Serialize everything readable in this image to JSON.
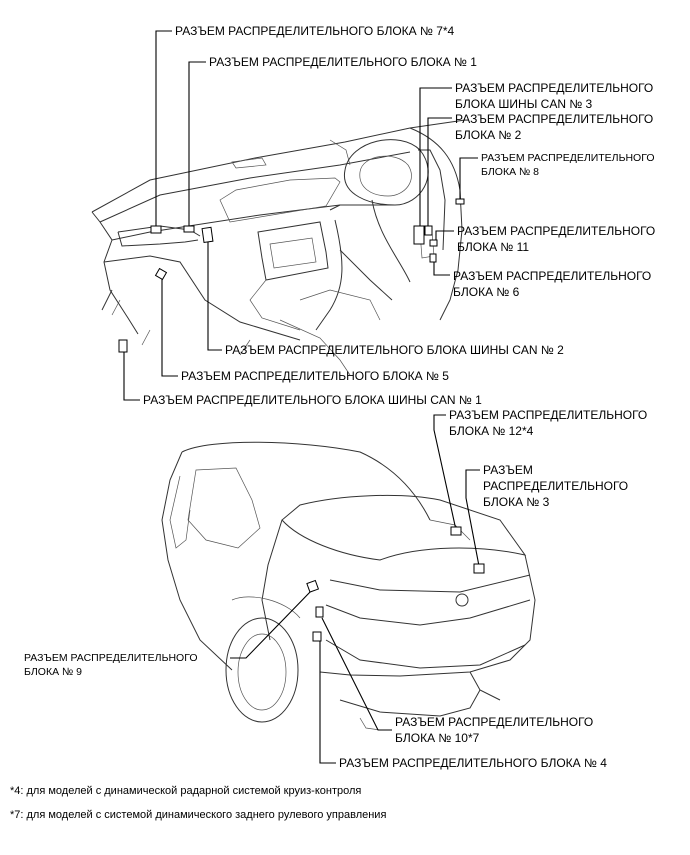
{
  "labels": {
    "c7": "РАЗЪЕМ РАСПРЕДЕЛИТЕЛЬНОГО БЛОКА № 7*4",
    "c1": "РАЗЪЕМ РАСПРЕДЕЛИТЕЛЬНОГО БЛОКА № 1",
    "can3_l1": "РАЗЪЕМ РАСПРЕДЕЛИТЕЛЬНОГО",
    "can3_l2": "БЛОКА ШИНЫ CAN № 3",
    "c2_l1": "РАЗЪЕМ РАСПРЕДЕЛИТЕЛЬНОГО",
    "c2_l2": "БЛОКА № 2",
    "c8_l1": "РАЗЪЕМ РАСПРЕДЕЛИТЕЛЬНОГО",
    "c8_l2": "БЛОКА № 8",
    "c11_l1": "РАЗЪЕМ РАСПРЕДЕЛИТЕЛЬНОГО",
    "c11_l2": "БЛОКА № 11",
    "c6_l1": "РАЗЪЕМ РАСПРЕДЕЛИТЕЛЬНОГО",
    "c6_l2": "БЛОКА № 6",
    "can2": "РАЗЪЕМ РАСПРЕДЕЛИТЕЛЬНОГО БЛОКА ШИНЫ CAN № 2",
    "c5": "РАЗЪЕМ РАСПРЕДЕЛИТЕЛЬНОГО БЛОКА № 5",
    "can1": "РАЗЪЕМ РАСПРЕДЕЛИТЕЛЬНОГО БЛОКА ШИНЫ CAN № 1",
    "c12_l1": "РАЗЪЕМ РАСПРЕДЕЛИТЕЛЬНОГО",
    "c12_l2": "БЛОКА № 12*4",
    "c3_l1": "РАЗЪЕМ",
    "c3_l2": "РАСПРЕДЕЛИТЕЛЬНОГО",
    "c3_l3": "БЛОКА № 3",
    "c9_l1": "РАЗЪЕМ РАСПРЕДЕЛИТЕЛЬНОГО",
    "c9_l2": "БЛОКА № 9",
    "c10_l1": "РАЗЪЕМ РАСПРЕДЕЛИТЕЛЬНОГО",
    "c10_l2": "БЛОКА № 10*7",
    "c4": "РАЗЪЕМ РАСПРЕДЕЛИТЕЛЬНОГО БЛОКА № 4"
  },
  "footnotes": {
    "f4": "*4: для моделей с динамической радарной системой круиз-контроля",
    "f7": "*7: для моделей с системой динамического заднего рулевого управления"
  }
}
